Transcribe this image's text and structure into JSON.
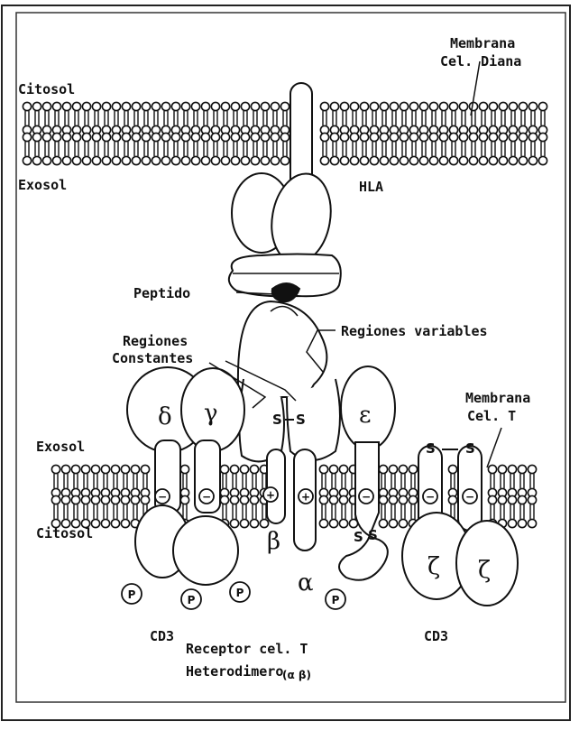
{
  "labels": {
    "citosol_top": "Citosol",
    "membrana_diana_1": "Membrana",
    "membrana_diana_2": "Cel. Diana",
    "exosol_top": "Exosol",
    "hla": "HLA",
    "peptido": "Peptido",
    "regiones_variables": "Regiones variables",
    "regiones_constantes_1": "Regiones",
    "regiones_constantes_2": "Constantes",
    "membrana_t_1": "Membrana",
    "membrana_t_2": "Cel.   T",
    "exosol_bottom": "Exosol",
    "citosol_bottom": "Citosol",
    "cd3_left": "CD3",
    "cd3_right": "CD3",
    "receptor": "Receptor cel.  T",
    "heterodimero": "Heterodimero",
    "heterodimero_sub": "(α β)"
  },
  "greek": {
    "delta": "δ",
    "gamma": "γ",
    "epsilon": "ε",
    "beta": "β",
    "alpha": "α",
    "zeta_1": "ζ",
    "zeta_2": "ζ"
  },
  "symbols": {
    "minus": "−",
    "plus": "+",
    "phospho": "P",
    "sulfur": "S"
  }
}
